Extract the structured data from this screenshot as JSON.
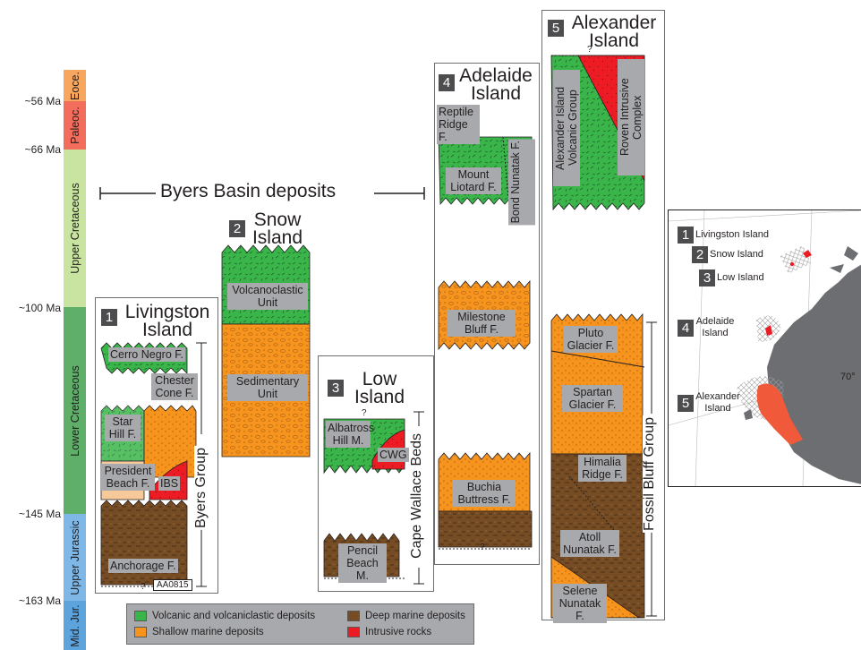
{
  "colors": {
    "volcanic": "#3ab54a",
    "shallow": "#f7941d",
    "deep": "#754c24",
    "intrusive": "#ed1c24",
    "eocene": "#f7a65f",
    "paleocene": "#f26d5b",
    "upper_cretaceous": "#c9e4a0",
    "lower_cretaceous": "#5fae6a",
    "upper_jurassic": "#7fb8e6",
    "mid_jurassic": "#5da4dc"
  },
  "timescale": {
    "ages": [
      "~56 Ma",
      "~66 Ma",
      "~100 Ma",
      "~145 Ma",
      "~163 Ma"
    ],
    "eras": [
      "Eoce.",
      "Paleoc.",
      "Upper Cretaceous",
      "Lower Cretaceous",
      "Upper Jurassic",
      "Mid. Jur."
    ]
  },
  "byers_basin": "Byers Basin deposits",
  "columns": {
    "c1": {
      "num": "1",
      "title": "Livingston Island",
      "units": [
        "Cerro Negro F.",
        "Chester Cone F.",
        "Star Hill F.",
        "President Beach F.",
        "IBS",
        "Anchorage F."
      ],
      "group": "Byers Group",
      "sample": "AA0815",
      "q": "?"
    },
    "c2": {
      "num": "2",
      "title": "Snow Island",
      "units": [
        "Volcanoclastic Unit",
        "Sedimentary Unit"
      ]
    },
    "c3": {
      "num": "3",
      "title": "Low Island",
      "units": [
        "Albatross Hill M.",
        "CWG",
        "Pencil Beach M."
      ],
      "group": "Cape Wallace Beds",
      "q": "?"
    },
    "c4": {
      "num": "4",
      "title": "Adelaide Island",
      "units": [
        "Reptile Ridge F.",
        "Mount Liotard F.",
        "Bond Nunatak F.",
        "Milestone Bluff F.",
        "Buchia Buttress F."
      ],
      "q": "?"
    },
    "c5": {
      "num": "5",
      "title": "Alexander Island",
      "units": [
        "Alexander Island Volcanic Group",
        "Roven Intrusive Complex",
        "Pluto Glacier F.",
        "Spartan Glacier F.",
        "Himalia Ridge F.",
        "Atoll Nunatak F.",
        "Selene Nunatak F."
      ],
      "group": "Fossil Bluff Group",
      "q": "?"
    }
  },
  "map": {
    "labels": [
      {
        "num": "1",
        "name": "Livingston Island"
      },
      {
        "num": "2",
        "name": "Snow Island"
      },
      {
        "num": "3",
        "name": "Low Island"
      },
      {
        "num": "4",
        "name": "Adelaide Island"
      },
      {
        "num": "5",
        "name": "Alexander Island"
      }
    ],
    "lat": "70°"
  },
  "legend": {
    "volcanic": "Volcanic and volcaniclastic deposits",
    "shallow": "Shallow marine deposits",
    "deep": "Deep marine deposits",
    "intrusive": "Intrusive rocks"
  }
}
